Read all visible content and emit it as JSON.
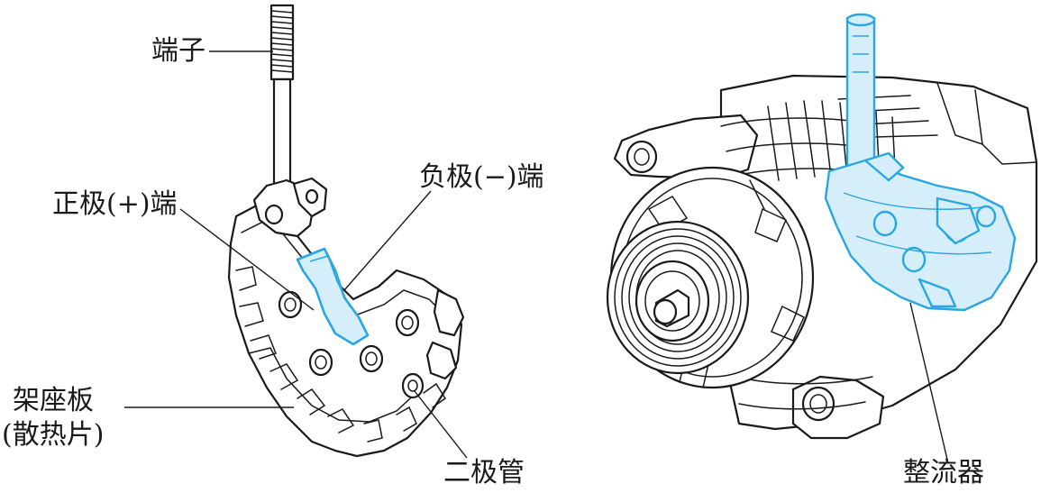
{
  "colors": {
    "ink": "#1a1a1a",
    "accent": "#2aa6e0",
    "accent_fill": "#d6eefa",
    "background": "#ffffff"
  },
  "left_figure": {
    "labels": {
      "terminal": "端子",
      "negative_terminal": "负极(−)端",
      "positive_terminal": "正极(+)端",
      "heat_sink_line1": "架座板",
      "heat_sink_line2": "(散热片)",
      "diode": "二极管"
    }
  },
  "right_figure": {
    "labels": {
      "rectifier": "整流器"
    }
  }
}
